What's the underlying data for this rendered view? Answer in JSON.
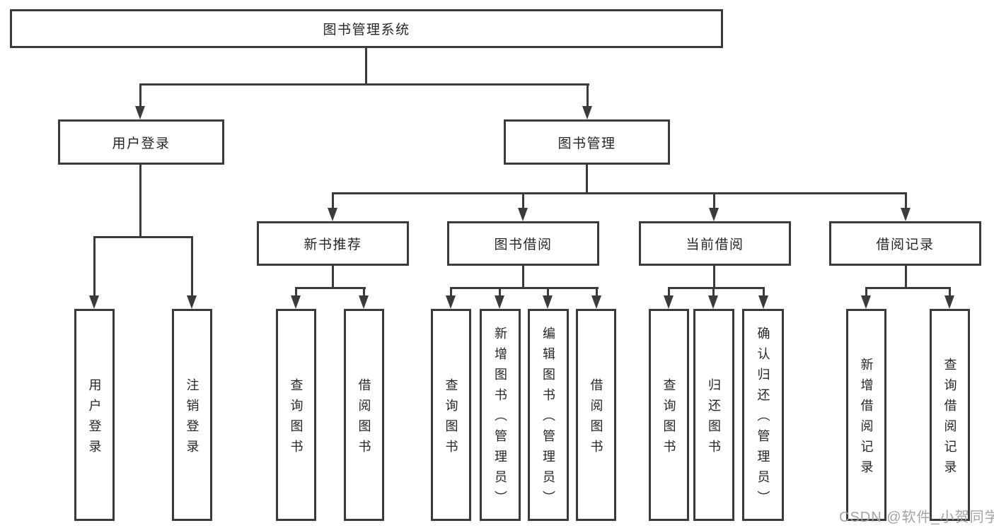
{
  "diagram": {
    "title": "图书管理系统",
    "level2": [
      {
        "label": "用户登录"
      },
      {
        "label": "图书管理"
      }
    ],
    "level3": [
      {
        "label": "新书推荐"
      },
      {
        "label": "图书借阅"
      },
      {
        "label": "当前借阅"
      },
      {
        "label": "借阅记录"
      }
    ],
    "leafGroups": [
      {
        "parent": "用户登录",
        "items": [
          "用户登录",
          "注销登录"
        ]
      },
      {
        "parent": "新书推荐",
        "items": [
          "查询图书",
          "借阅图书"
        ]
      },
      {
        "parent": "图书借阅",
        "items": [
          "查询图书",
          "新增图书（管理员）",
          "编辑图书（管理员）",
          "借阅图书"
        ]
      },
      {
        "parent": "当前借阅",
        "items": [
          "查询图书",
          "归还图书",
          "确认归还（管理员）"
        ]
      },
      {
        "parent": "借阅记录",
        "items": [
          "新增借阅记录",
          "查询借阅记录"
        ]
      }
    ]
  },
  "colors": {
    "line": "#3b3b3b",
    "text": "#262626",
    "watermark": "#a3a3a3"
  },
  "watermark": {
    "text": "CSDN @软件_小贺同学"
  }
}
